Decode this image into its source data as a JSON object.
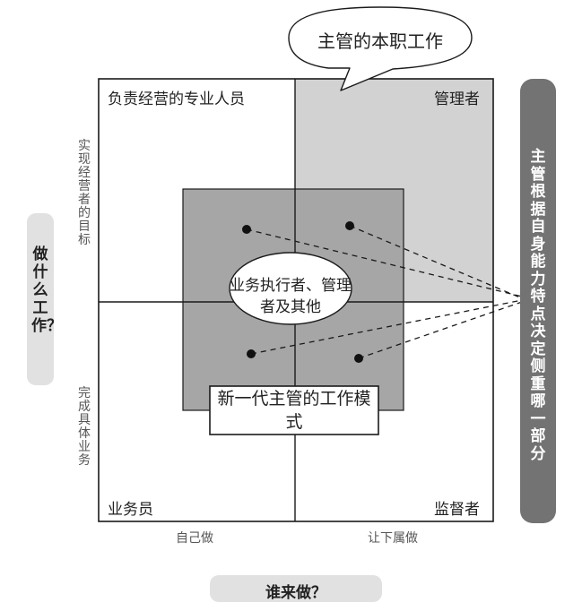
{
  "callout": {
    "text": "主管的本职工作"
  },
  "quadrants": {
    "top_left": "负责经营的专业人员",
    "top_right": "管理者",
    "bottom_left": "业务员",
    "bottom_right": "监督者"
  },
  "y_axis": {
    "top_label": "实现经营者的目标",
    "bottom_label": "完成具体业务",
    "title": "做什么工作？"
  },
  "x_axis": {
    "left_label": "自己做",
    "right_label": "让下属做",
    "title": "谁来做？"
  },
  "center": {
    "ellipse_text": "业务执行者、管理者及其他",
    "box_text": "新一代主管的工作模式"
  },
  "right_pill": {
    "text": "主管根据自身能力特点决定侧重哪一部分"
  },
  "colors": {
    "top_right_fill": "#d2d2d2",
    "center_square_fill": "#a6a6a6",
    "right_pill_fill": "#737373",
    "axis_pill_fill": "#e1e1e1",
    "ink": "#1a1a1a"
  }
}
